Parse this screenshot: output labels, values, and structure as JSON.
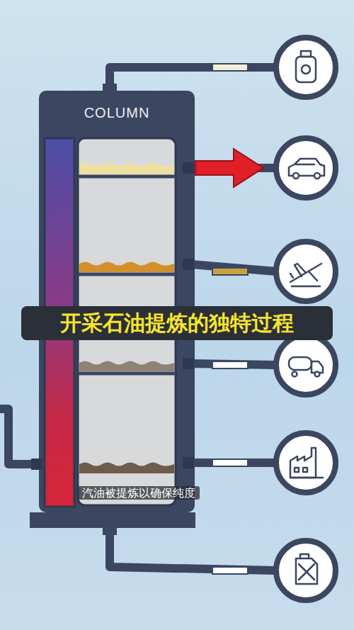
{
  "diagram": {
    "title": "开采石油提炼的独特过程",
    "caption": "汽油被提炼以确保纯度",
    "nodes": [
      {
        "text": [
          "COLUMN"
        ]
      }
    ]
  }
}
